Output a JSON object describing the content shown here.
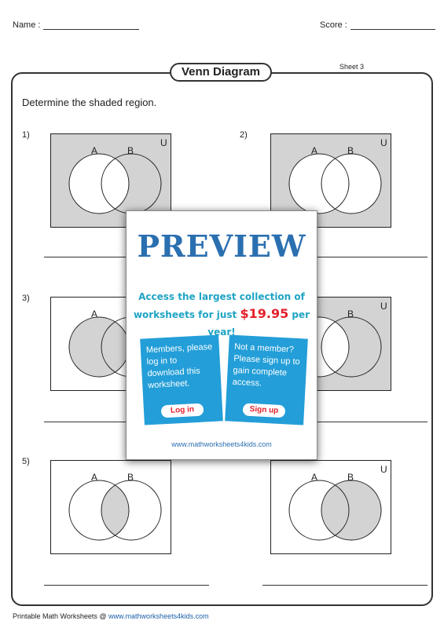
{
  "header": {
    "name_label": "Name :",
    "score_label": "Score :",
    "title": "Venn Diagram",
    "sheet": "Sheet 3",
    "instruction": "Determine the shaded region."
  },
  "colors": {
    "shade": "#d3d3d3",
    "ink": "#222222",
    "preview_blue": "#2a6fb0",
    "price_red": "#e4202b"
  },
  "problems": [
    {
      "number": "1)",
      "label_a": "A",
      "label_b": "B",
      "label_u": "U",
      "shaded": "outside-A"
    },
    {
      "number": "2)",
      "label_a": "A",
      "label_b": "B",
      "label_u": "U",
      "shaded": "outside-union"
    },
    {
      "number": "3)",
      "label_a": "A",
      "label_b": "",
      "label_u": "",
      "shaded": "A"
    },
    {
      "number": "",
      "label_a": "",
      "label_b": "B",
      "label_u": "U",
      "shaded": "outside-A"
    },
    {
      "number": "5)",
      "label_a": "A",
      "label_b": "B",
      "label_u": "",
      "shaded": "intersection"
    },
    {
      "number": "",
      "label_a": "A",
      "label_b": "B",
      "label_u": "U",
      "shaded": "B"
    }
  ],
  "preview": {
    "title": "PREVIEW",
    "line1": "Access the largest collection of",
    "line2_pre": "worksheets for just",
    "price": "$19.95",
    "line2_post": "per year!",
    "member_text": "Members, please log in to download this worksheet.",
    "login": "Log in",
    "nonmember_text": "Not a member? Please sign up to gain complete access.",
    "signup": "Sign up",
    "url": "www.mathworksheets4kids.com"
  },
  "footer": {
    "label": "Printable Math Worksheets @",
    "url": "www.mathworksheets4kids.com"
  }
}
